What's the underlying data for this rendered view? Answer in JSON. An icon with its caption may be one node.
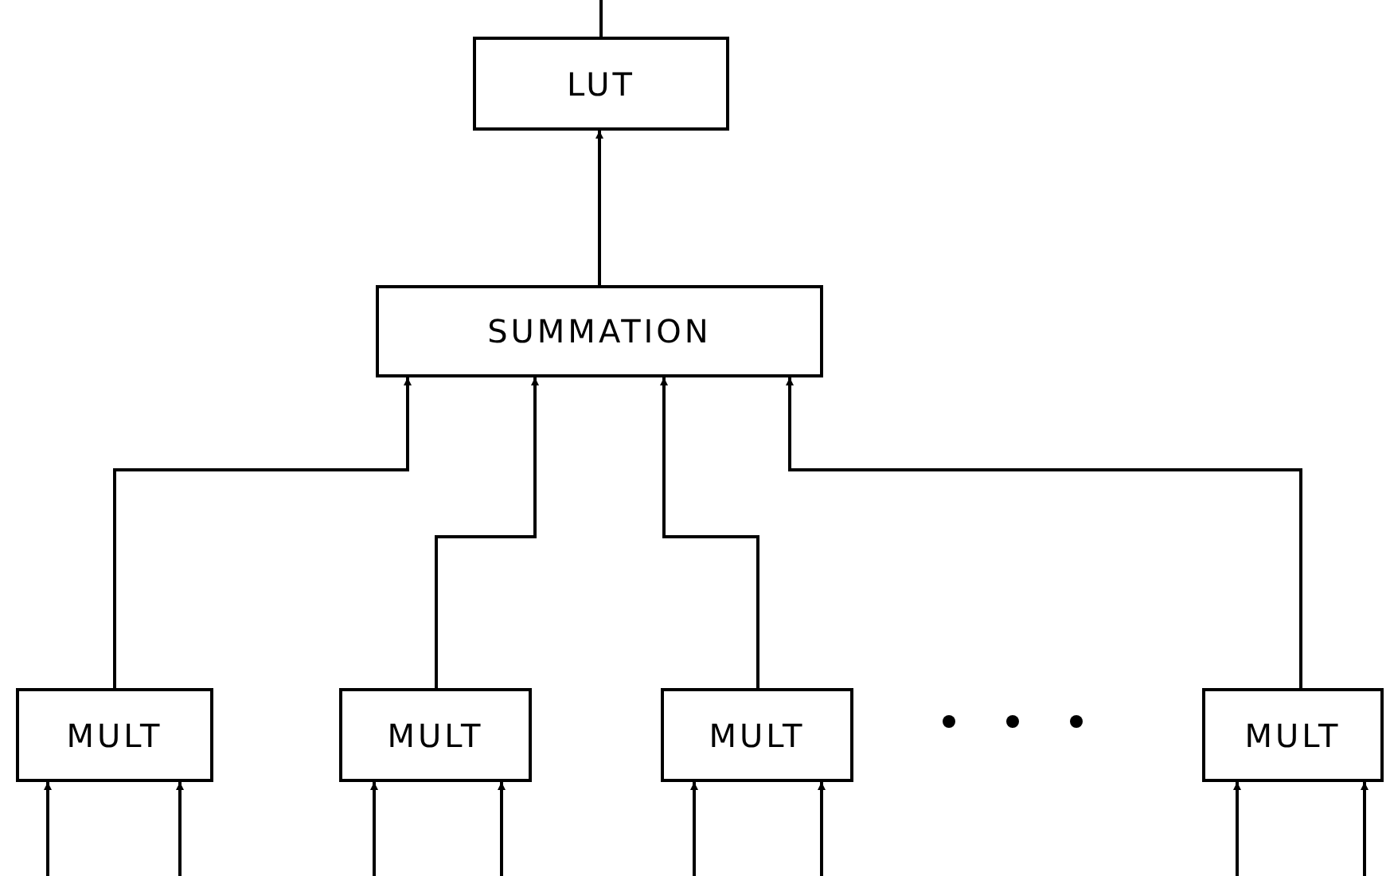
{
  "diagram": {
    "nodes": [
      {
        "text": [
          "LUT"
        ]
      },
      {
        "text": [
          "SUMMATION"
        ]
      },
      {
        "text": [
          "MULT"
        ]
      },
      {
        "text": [
          "MULT"
        ]
      },
      {
        "text": [
          "MULT"
        ]
      },
      {
        "text": [
          "MULT"
        ]
      }
    ],
    "edges": [
      {
        "from": 0,
        "to": null,
        "arrow": "none"
      },
      {
        "from": 1,
        "to": 0,
        "arrow": "to"
      },
      {
        "from": 2,
        "to": 1,
        "arrow": "to"
      },
      {
        "from": 3,
        "to": 1,
        "arrow": "to"
      },
      {
        "from": 4,
        "to": 1,
        "arrow": "to"
      },
      {
        "from": 5,
        "to": 1,
        "arrow": "to"
      },
      {
        "from": null,
        "to": 2,
        "arrow": "to"
      },
      {
        "from": null,
        "to": 2,
        "arrow": "to"
      },
      {
        "from": null,
        "to": 3,
        "arrow": "to"
      },
      {
        "from": null,
        "to": 3,
        "arrow": "to"
      },
      {
        "from": null,
        "to": 4,
        "arrow": "to"
      },
      {
        "from": null,
        "to": 4,
        "arrow": "to"
      },
      {
        "from": null,
        "to": 5,
        "arrow": "to"
      },
      {
        "from": null,
        "to": 5,
        "arrow": "to"
      }
    ]
  }
}
